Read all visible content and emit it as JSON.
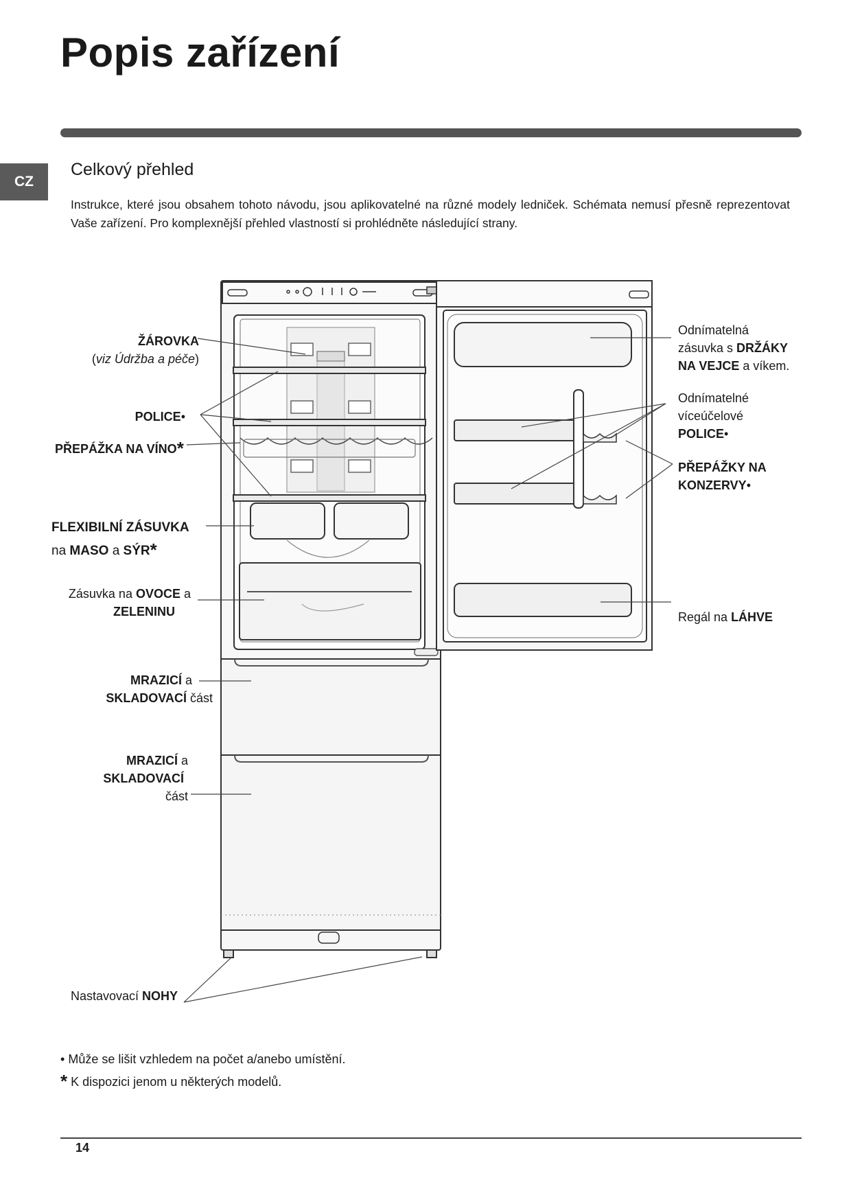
{
  "page": {
    "title": "Popis zařízení",
    "lang_tab": "CZ",
    "subtitle": "Celkový přehled",
    "intro": "Instrukce, které jsou obsahem tohoto návodu, jsou aplikovatelné na různé modely ledniček. Schémata nemusí přesně reprezentovat Vaše zařízení. Pro komplexnější přehled vlastností si prohlédněte následující strany.",
    "page_number": "14"
  },
  "labels": {
    "bulb": {
      "bold": "ŽÁROVKA",
      "italic": "viz Údržba a péče",
      "paren_open": "(",
      "paren_close": ")"
    },
    "shelves": {
      "bold": "POLICE",
      "mark": "•"
    },
    "wine": {
      "bold": "PŘEPÁŽKA NA VÍNO",
      "mark": "*"
    },
    "flex_drawer": {
      "line1": "FLEXIBILNÍ ZÁSUVKA",
      "pre": "na ",
      "b1": "MASO",
      "mid": " a ",
      "b2": "SÝR",
      "mark": "*"
    },
    "veg_drawer": {
      "pre": "Zásuvka na ",
      "b1": "OVOCE",
      "post": " a",
      "b2": "ZELENINU"
    },
    "freezer1": {
      "b1": "MRAZICÍ",
      "post": " a",
      "b2": "SKLADOVACÍ",
      "post2": " část"
    },
    "freezer2": {
      "b1": "MRAZICÍ",
      "post": " a",
      "b2": "SKLADOVACÍ",
      "post2": "část"
    },
    "feet": {
      "pre": "Nastavovací ",
      "bold": "NOHY"
    },
    "egg_box": {
      "line1": "Odnímatelná",
      "pre": "zásuvka s ",
      "b1": "DRŽÁKY",
      "b2": "NA VEJCE",
      "post": " a víkem."
    },
    "door_shelves": {
      "line1": "Odnímatelné",
      "line2": "víceúčelové",
      "bold": "POLICE",
      "mark": "•"
    },
    "can_holders": {
      "b1": "PŘEPÁŽKY NA",
      "b2": "KONZERVY",
      "mark": "•"
    },
    "bottle_rack": {
      "pre": "Regál na ",
      "bold": "LÁHVE"
    }
  },
  "notes": {
    "bullet_mark": "•",
    "bullet_text": "Může se lišit vzhledem na počet a/anebo umístění.",
    "star_mark": "*",
    "star_text": "K dispozici jenom u některých modelů."
  }
}
